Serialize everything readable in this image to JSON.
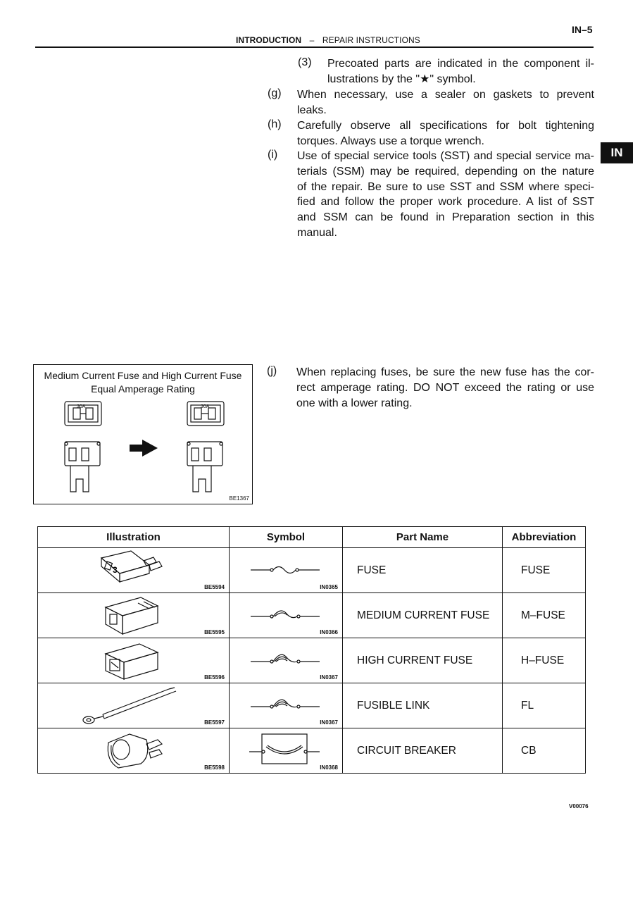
{
  "header": {
    "page_number": "IN–5",
    "section": "INTRODUCTION",
    "dash": "–",
    "subsection": "REPAIR INSTRUCTIONS",
    "side_tab": "IN"
  },
  "items": {
    "i3": {
      "marker": "(3)",
      "lines": [
        "Precoated parts are indicated in the component il-",
        "lustrations by the \"★\" symbol."
      ]
    },
    "g": {
      "marker": "(g)",
      "lines": [
        "When necessary, use a sealer on gaskets to prevent",
        "leaks."
      ]
    },
    "h": {
      "marker": "(h)",
      "lines": [
        "Carefully observe all specifications for bolt tightening",
        "torques. Always use a torque wrench."
      ]
    },
    "i": {
      "marker": "(i)",
      "lines": [
        "Use of special service tools (SST) and special service ma-",
        "terials (SSM) may be required, depending on the nature",
        "of the repair. Be sure to use SST and SSM where speci-",
        "fied and follow the proper work procedure. A list of SST",
        "and SSM can be found in Preparation section in this",
        "manual."
      ]
    },
    "j": {
      "marker": "(j)",
      "lines": [
        "When replacing fuses, be sure the new fuse has the cor-",
        "rect amperage rating. DO NOT exceed the rating or use",
        "one with a lower rating."
      ]
    }
  },
  "figure": {
    "title_line1": "Medium Current Fuse and High Current Fuse",
    "title_line2": "Equal Amperage Rating",
    "fuse_label": "30A",
    "code": "BE1367"
  },
  "table": {
    "headers": [
      "Illustration",
      "Symbol",
      "Part Name",
      "Abbreviation"
    ],
    "rows": [
      {
        "illus_code": "BE5594",
        "symbol_code": "IN0365",
        "part": "FUSE",
        "abbr": "FUSE",
        "illus_label": "3"
      },
      {
        "illus_code": "BE5595",
        "symbol_code": "IN0366",
        "part": "MEDIUM CURRENT FUSE",
        "abbr": "M–FUSE"
      },
      {
        "illus_code": "BE5596",
        "symbol_code": "IN0367",
        "part": "HIGH CURRENT FUSE",
        "abbr": "H–FUSE"
      },
      {
        "illus_code": "BE5597",
        "symbol_code": "IN0367",
        "part": "FUSIBLE LINK",
        "abbr": "FL"
      },
      {
        "illus_code": "BE5598",
        "symbol_code": "IN0368",
        "part": "CIRCUIT BREAKER",
        "abbr": "CB"
      }
    ]
  },
  "footer": {
    "code": "V00076"
  }
}
